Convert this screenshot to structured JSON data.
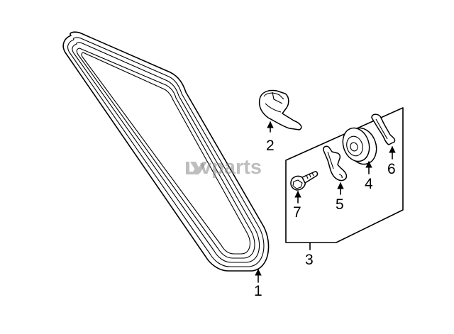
{
  "watermark": {
    "brand": "vparts",
    "icon": "lv-logo-icon",
    "color": "#8a8a8a"
  },
  "callouts": [
    {
      "number": "1",
      "part": "serpentine-belt"
    },
    {
      "number": "2",
      "part": "tensioner-bracket"
    },
    {
      "number": "3",
      "part": "tensioner-assembly-group"
    },
    {
      "number": "4",
      "part": "idler-pulley"
    },
    {
      "number": "5",
      "part": "tensioner-arm"
    },
    {
      "number": "6",
      "part": "tensioner-bracket-small"
    },
    {
      "number": "7",
      "part": "bolt"
    }
  ]
}
